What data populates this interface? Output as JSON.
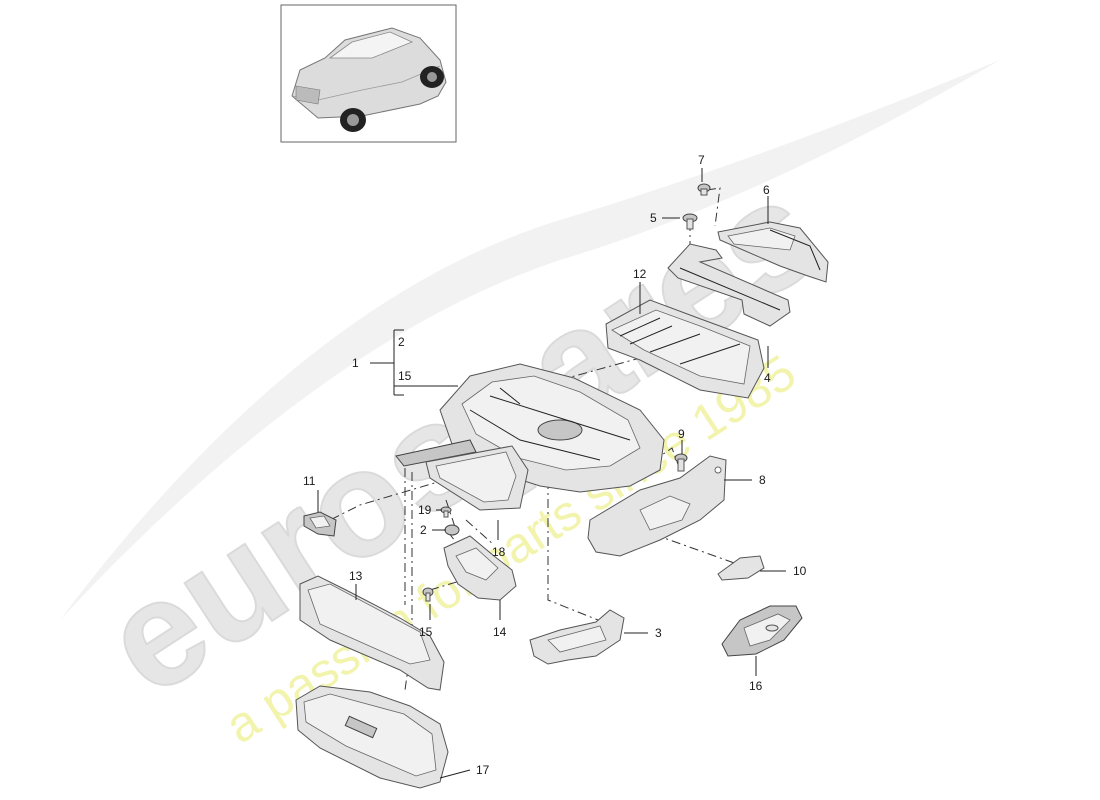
{
  "watermark": {
    "brand": "eurospares",
    "tagline": "a passion for parts since 1985",
    "brand_color": "#dcdcdc",
    "tagline_color": "#eef0a8"
  },
  "callouts": [
    {
      "id": "1",
      "label": "1"
    },
    {
      "id": "2a",
      "label": "2"
    },
    {
      "id": "15a",
      "label": "15"
    },
    {
      "id": "2b",
      "label": "2"
    },
    {
      "id": "3",
      "label": "3"
    },
    {
      "id": "4",
      "label": "4"
    },
    {
      "id": "5",
      "label": "5"
    },
    {
      "id": "6",
      "label": "6"
    },
    {
      "id": "7",
      "label": "7"
    },
    {
      "id": "8",
      "label": "8"
    },
    {
      "id": "9",
      "label": "9"
    },
    {
      "id": "10",
      "label": "10"
    },
    {
      "id": "11",
      "label": "11"
    },
    {
      "id": "12",
      "label": "12"
    },
    {
      "id": "13",
      "label": "13"
    },
    {
      "id": "14",
      "label": "14"
    },
    {
      "id": "15b",
      "label": "15"
    },
    {
      "id": "16",
      "label": "16"
    },
    {
      "id": "17",
      "label": "17"
    },
    {
      "id": "18",
      "label": "18"
    },
    {
      "id": "19",
      "label": "19"
    }
  ]
}
